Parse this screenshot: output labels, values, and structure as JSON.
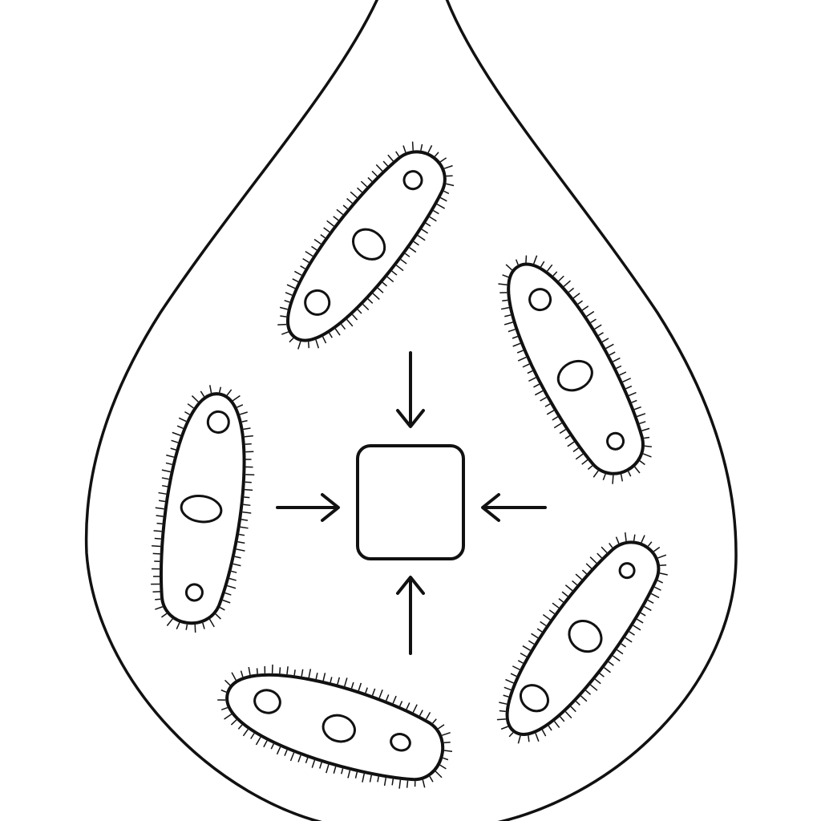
{
  "diagram": {
    "subject": "water-droplet",
    "organism_count": 6,
    "arrow_count": 4,
    "center_target": "empty-square",
    "colors": {
      "ink": "#111111",
      "background": "#ffffff"
    },
    "icons": {
      "droplet": "droplet-outline",
      "organism": "paramecium",
      "arrow": "arrow-pointing-inward",
      "center": "empty-square"
    }
  }
}
